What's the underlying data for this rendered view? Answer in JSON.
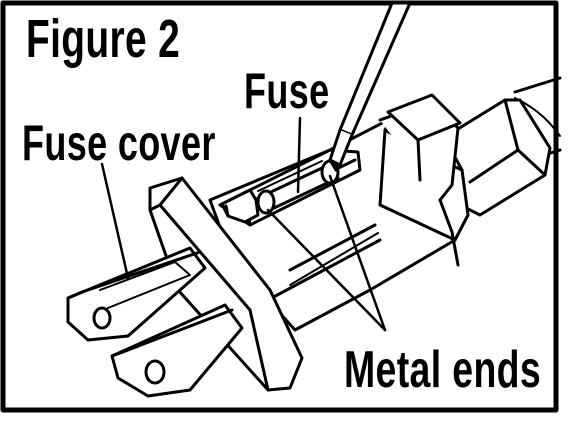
{
  "figure": {
    "title": "Figure 2",
    "labels": {
      "fuse": "Fuse",
      "fuse_cover": "Fuse cover",
      "metal_ends": "Metal ends"
    },
    "colors": {
      "ink": "#000000",
      "paper": "#ffffff",
      "shade": "#9a9a9a"
    }
  }
}
